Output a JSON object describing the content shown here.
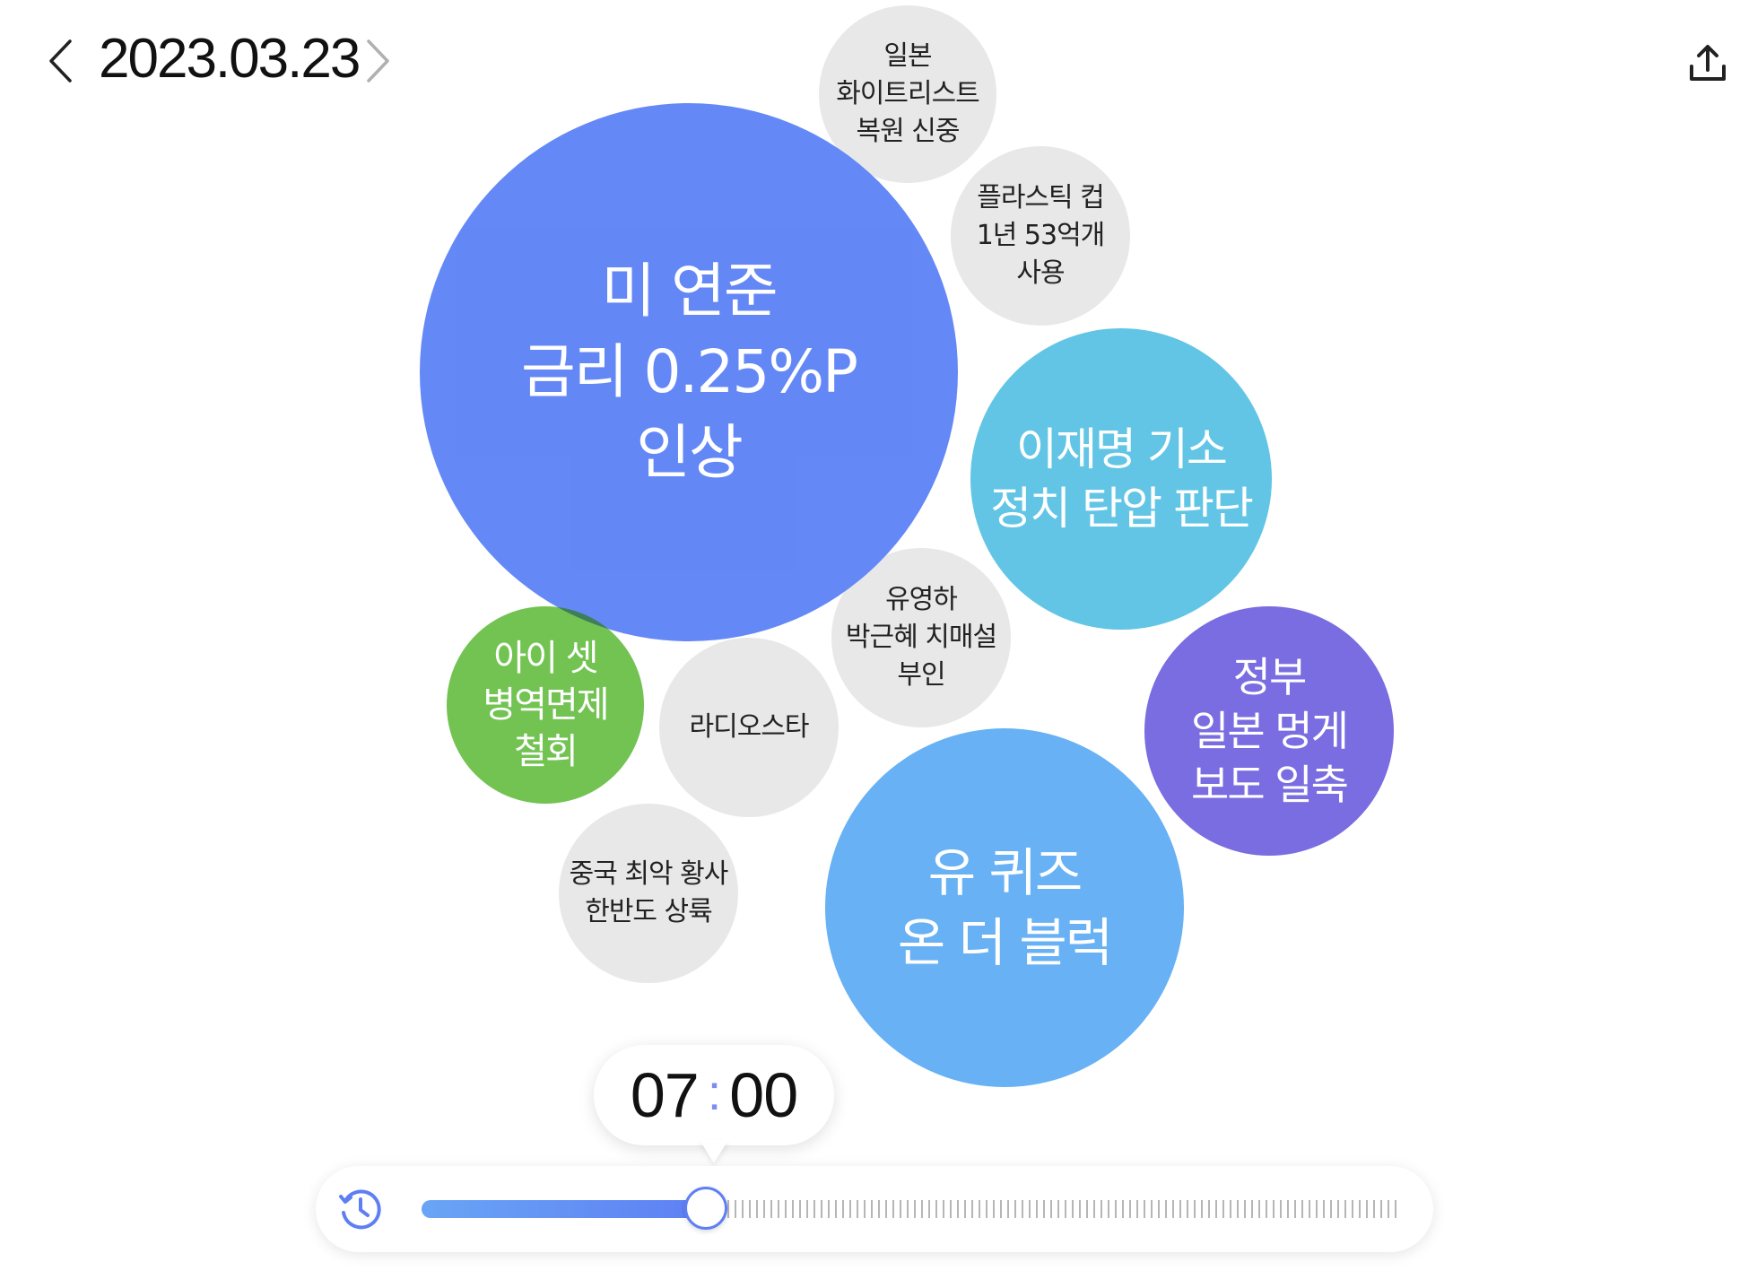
{
  "header": {
    "date": "2023.03.23",
    "prev_icon": "chevron-left-icon",
    "next_icon": "chevron-right-icon",
    "share_icon": "share-upload-icon"
  },
  "keywords": [
    {
      "id": "b1",
      "label": "미 연준\n금리 0.25%P\n인상",
      "color": "#5f84f6"
    },
    {
      "id": "b2",
      "label": "이재명 기소\n정치 탄압 판단",
      "color": "#62c5e5"
    },
    {
      "id": "b3",
      "label": "정부\n일본 멍게\n보도 일축",
      "color": "#7a6ce1"
    },
    {
      "id": "b4",
      "label": "유 퀴즈\n온 더 블럭",
      "color": "#67b1f4"
    },
    {
      "id": "b5",
      "label": "아이 셋\n병역면제\n철회",
      "color": "#72c352"
    },
    {
      "id": "g1",
      "label": "일본\n화이트리스트\n복원 신중",
      "color": "#e8e8e8"
    },
    {
      "id": "g2",
      "label": "플라스틱 컵\n1년 53억개\n사용",
      "color": "#e8e8e8"
    },
    {
      "id": "g3",
      "label": "유영하\n박근혜 치매설\n부인",
      "color": "#e8e8e8"
    },
    {
      "id": "g4",
      "label": "라디오스타",
      "color": "#e8e8e8"
    },
    {
      "id": "g5",
      "label": "중국 최악 황사\n한반도 상륙",
      "color": "#e8e8e8"
    }
  ],
  "time": {
    "hour": "07",
    "minute": "00",
    "clock_icon": "clock-history-icon",
    "slider_progress": 0.29,
    "accent": "#5e7ff4"
  }
}
